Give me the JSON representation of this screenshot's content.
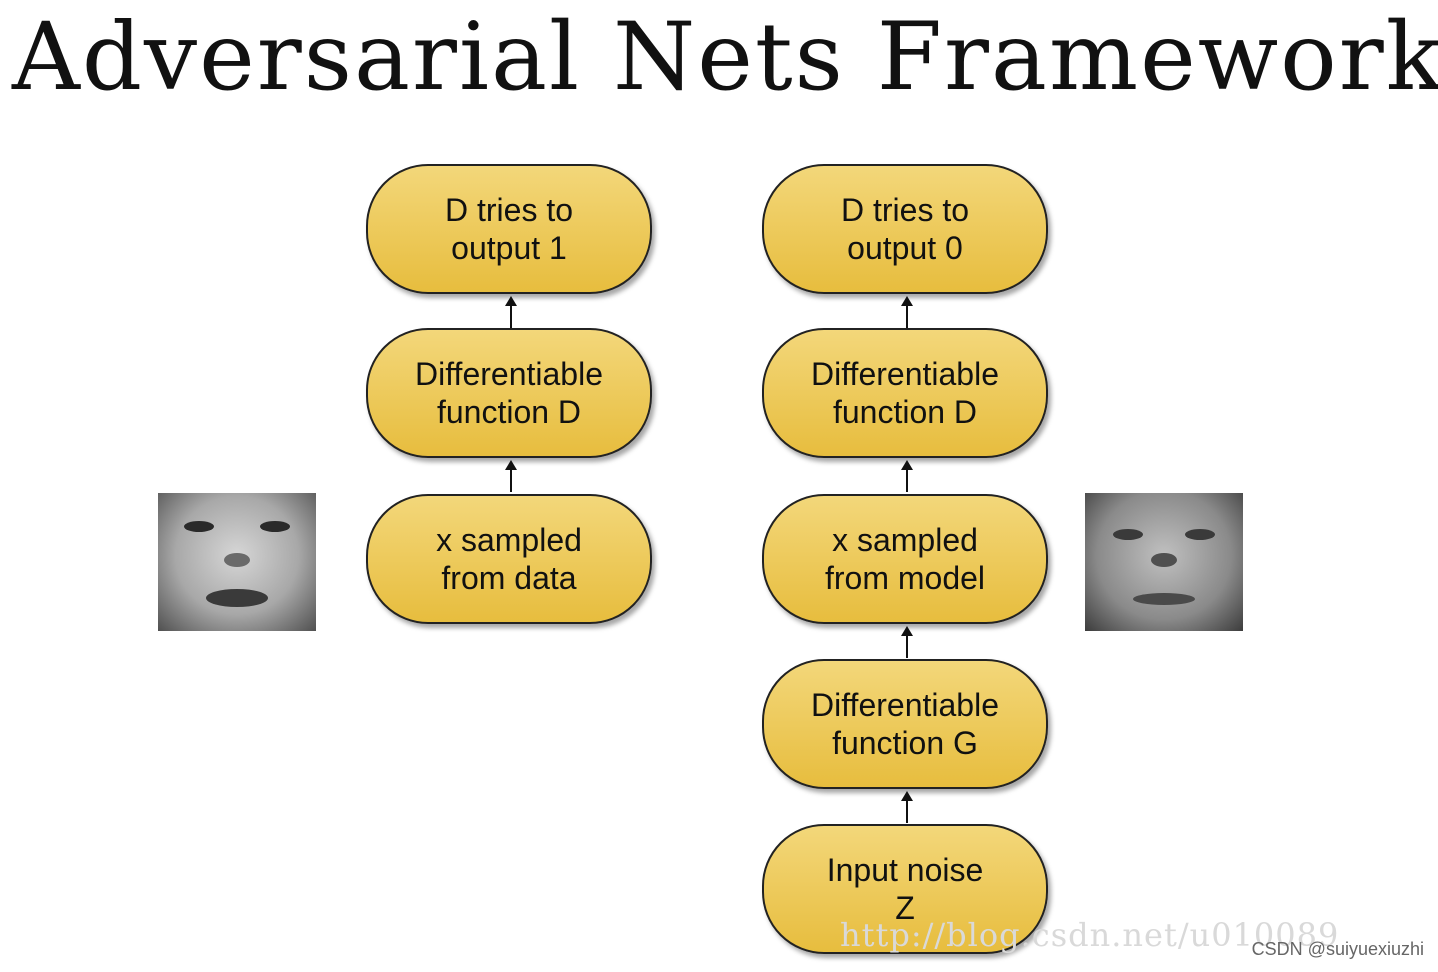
{
  "title": "Adversarial Nets Framework",
  "left_column": {
    "nodes": [
      {
        "line1": "D tries to",
        "line2": "output 1"
      },
      {
        "line1": "Differentiable",
        "line2": "function D"
      },
      {
        "line1": "x sampled",
        "line2": "from data"
      }
    ]
  },
  "right_column": {
    "nodes": [
      {
        "line1": "D tries to",
        "line2": "output 0"
      },
      {
        "line1": "Differentiable",
        "line2": "function D"
      },
      {
        "line1": "x sampled",
        "line2": "from model"
      },
      {
        "line1": "Differentiable",
        "line2": "function G"
      },
      {
        "line1": "Input noise",
        "line2": "Z"
      }
    ]
  },
  "colors": {
    "node_fill": "#e7bd3e",
    "node_border": "#222222"
  },
  "watermark": {
    "csdn": "CSDN @suiyuexiuzhi",
    "blog": "http://blog.csdn.net/u010089"
  }
}
